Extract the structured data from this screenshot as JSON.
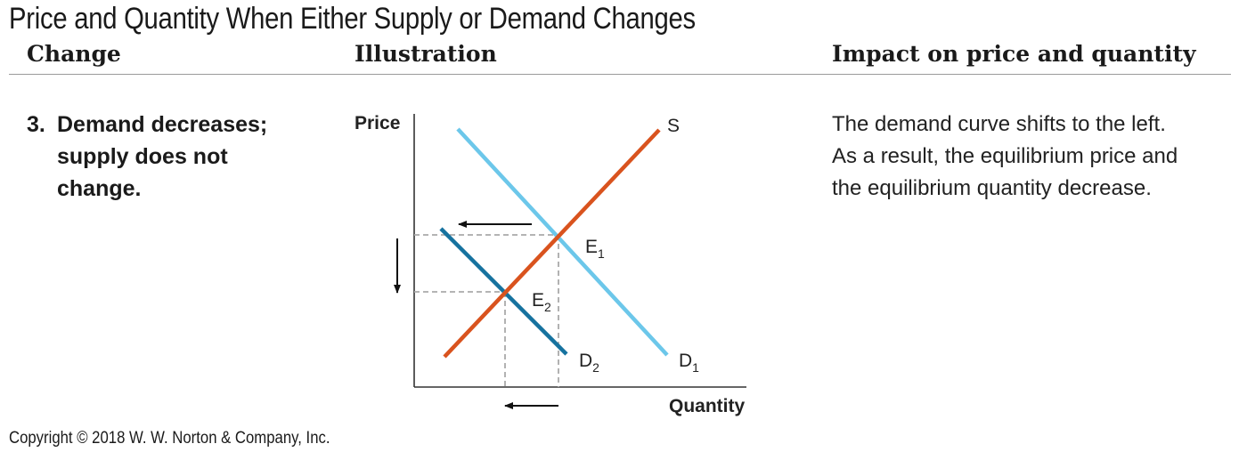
{
  "title": "Price and Quantity When Either Supply or Demand Changes",
  "columns": {
    "change": "Change",
    "illustration": "Illustration",
    "impact": "Impact on price and quantity"
  },
  "change": {
    "number": "3.",
    "lines": [
      "Demand decreases;",
      "supply does not",
      "change."
    ]
  },
  "diagram": {
    "y_axis_label": "Price",
    "x_axis_label": "Quantity",
    "supply_label": "S",
    "d1_label": "D",
    "d1_sub": "1",
    "d2_label": "D",
    "d2_sub": "2",
    "e1_label": "E",
    "e1_sub": "1",
    "e2_label": "E",
    "e2_sub": "2",
    "colors": {
      "supply": "#d9531e",
      "demand_1": "#6cc7ea",
      "demand_2": "#16729f",
      "guide": "#aaaaaa",
      "axis": "#333333"
    }
  },
  "impact": {
    "lines": [
      "The demand curve shifts to the left.",
      "As a result, the equilibrium price and",
      "the equilibrium quantity decrease."
    ]
  },
  "copyright": "Copyright © 2018 W. W. Norton & Company, Inc."
}
